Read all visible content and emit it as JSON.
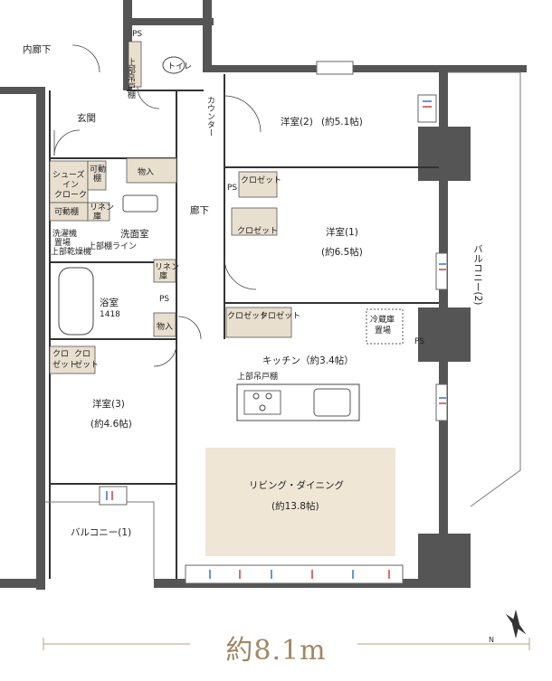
{
  "rooms": {
    "inner_corridor": "内廊下",
    "ps": "PS",
    "upper_cabinet": "上部吊戸棚",
    "toilet": "トイレ",
    "counter": "カウンター",
    "entrance": "玄関",
    "western2_a": "洋室(2)",
    "western2_b": "(約5.1帖)",
    "storage": "物入",
    "shoes_1": "シューズ",
    "shoes_2": "イン",
    "shoes_3": "クローク",
    "movable_shelf": "可動棚",
    "movable_a": "可動",
    "movable_b": "棚",
    "linen_a": "リネン",
    "linen_b": "庫",
    "closet": "クロゼット",
    "hallway": "廊下",
    "western1_a": "洋室(1)",
    "western1_b": "(約6.5帖)",
    "washroom": "洗面室",
    "washer_1": "洗濯機",
    "washer_2": "置場",
    "washer_3": "上部乾燥機",
    "upper_shelf_line": "上部棚ライン",
    "bathroom": "浴室",
    "bath_size": "1418",
    "fridge_a": "冷蔵庫",
    "fridge_b": "置場",
    "kitchen": "キッチン（約3.4帖）",
    "upper_cabinet_kitchen": "上部吊戸棚",
    "western3_a": "洋室(3)",
    "western3_b": "(約4.6帖)",
    "closet_v1": "クロ",
    "closet_v2": "ゼット",
    "closet_v3": "クロ",
    "closet_v4": "ゼット",
    "living_a": "リビング・ダイニング",
    "living_b": "(約13.8帖)",
    "balcony1": "バルコニー(1)",
    "balcony2": "バルコニー(2)"
  },
  "dimension": "約8.1m",
  "compass": "N",
  "colors": {
    "storage_fill": "#e9dfcf",
    "living_fill": "#efe6d6",
    "wall": "#555555",
    "dimension_text": "#a08866",
    "window_blue": "#3a7bd5",
    "window_red": "#d24a4a"
  }
}
